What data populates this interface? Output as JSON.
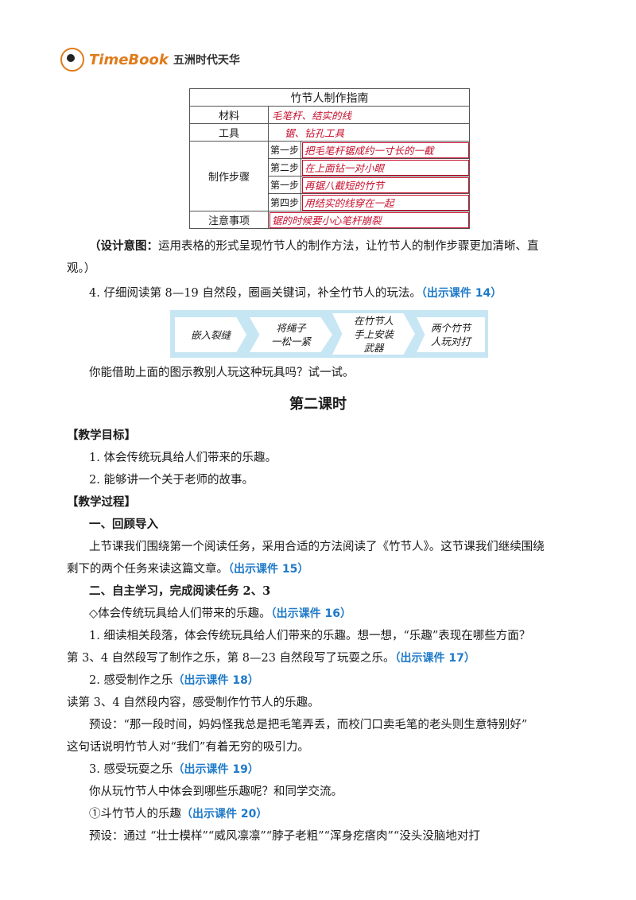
{
  "header": {
    "logo_en": "TimeBook",
    "logo_cn": "五洲时代天华"
  },
  "table": {
    "title": "竹节人制作指南",
    "rows": {
      "materials": {
        "label": "材料",
        "value": "毛笔杆、结实的线"
      },
      "tools": {
        "label": "工具",
        "value": "锯、钻孔工具"
      },
      "steps_label": "制作步骤",
      "steps": [
        {
          "step": "第一步",
          "value": "把毛笔杆锯成约一寸长的一截"
        },
        {
          "step": "第二步",
          "value": "在上面钻一对小眼"
        },
        {
          "step": "第一步",
          "value": "再锯八截短的竹节"
        },
        {
          "step": "第四步",
          "value": "用结实的线穿在一起"
        }
      ],
      "notes": {
        "label": "注意事项",
        "value": "锯的时候要小心笔杆崩裂"
      }
    }
  },
  "design_note": {
    "prefix": "（设计意图：",
    "text1": "运用表格的形式呈现竹节人的制作方法，让竹节人的制作步骤更加清晰、直",
    "text2": "观。）"
  },
  "item4": {
    "text": "4. 仔细阅读第 8—19 自然段，圈画关键词，补全竹节人的玩法。",
    "ref": "（出示课件 14）"
  },
  "flow": {
    "box1": "嵌入裂缝",
    "box2a": "将绳子",
    "box2b": "一松一紧",
    "box3a": "在竹节人",
    "box3b": "手上安装",
    "box3c": "武器",
    "box4a": "两个竹节",
    "box4b": "人玩对打"
  },
  "question": "你能借助上面的图示教别人玩这种玩具吗？试一试。",
  "lesson2_title": "第二课时",
  "goals": {
    "heading": "【教学目标】",
    "items": [
      "1. 体会传统玩具给人们带来的乐趣。",
      "2. 能够讲一个关于老师的故事。"
    ]
  },
  "process": {
    "heading": "【教学过程】",
    "sec1": "一、回顾导入",
    "p1a": "上节课我们围绕第一个阅读任务，采用合适的方法阅读了《竹节人》。这节课我们继续围绕",
    "p1b": "剩下的两个任务来读这篇文章。",
    "p1b_ref": "（出示课件 15）",
    "sec2": "二、自主学习，完成阅读任务 2、3",
    "diamond": "◇体会传统玩具给人们带来的乐趣。",
    "diamond_ref": "（出示课件 16）",
    "q1": "1. 细读相关段落，体会传统玩具给人们带来的乐趣。想一想，“乐趣”表现在哪些方面？",
    "q1b": "第 3、4 自然段写了制作之乐，第 8—23 自然段写了玩耍之乐。",
    "q1b_ref": "（出示课件 17）",
    "q2": "2. 感受制作之乐",
    "q2_ref": "（出示课件 18）",
    "q2a": "读第 3、4 自然段内容，感受制作竹节人的乐趣。",
    "q2b": "预设：“那一段时间，妈妈怪我总是把毛笔弄丢，而校门口卖毛笔的老头则生意特别好”",
    "q2c": "这句话说明竹节人对“我们”有着无穷的吸引力。",
    "q3": "3. 感受玩耍之乐",
    "q3_ref": "（出示课件 19）",
    "q3a": "你从玩竹节人中体会到哪些乐趣呢？和同学交流。",
    "q3b": "①斗竹节人的乐趣",
    "q3b_ref": "（出示课件 20）",
    "q3c": "预设：通过 “壮士模样”“威风凛凛”“脖子老粗”“浑身疙瘩肉”“没头没脑地对打"
  }
}
